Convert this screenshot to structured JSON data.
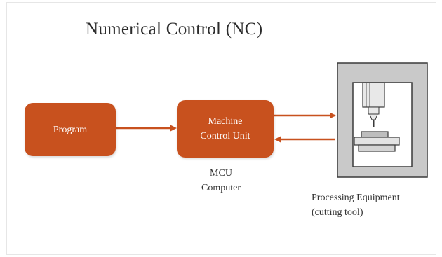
{
  "title": "Numerical Control (NC)",
  "program_box": {
    "label": "Program"
  },
  "mcu_box": {
    "line1": "Machine",
    "line2": "Control Unit"
  },
  "mcu_caption": {
    "line1": "MCU",
    "line2": "Computer"
  },
  "equipment_caption": {
    "line1": "Processing Equipment",
    "line2": "(cutting tool)"
  },
  "colors": {
    "box_fill": "#c8511e",
    "arrow": "#c8511e",
    "machine_gray": "#c9c9c9",
    "machine_stroke": "#3a3a3a"
  }
}
